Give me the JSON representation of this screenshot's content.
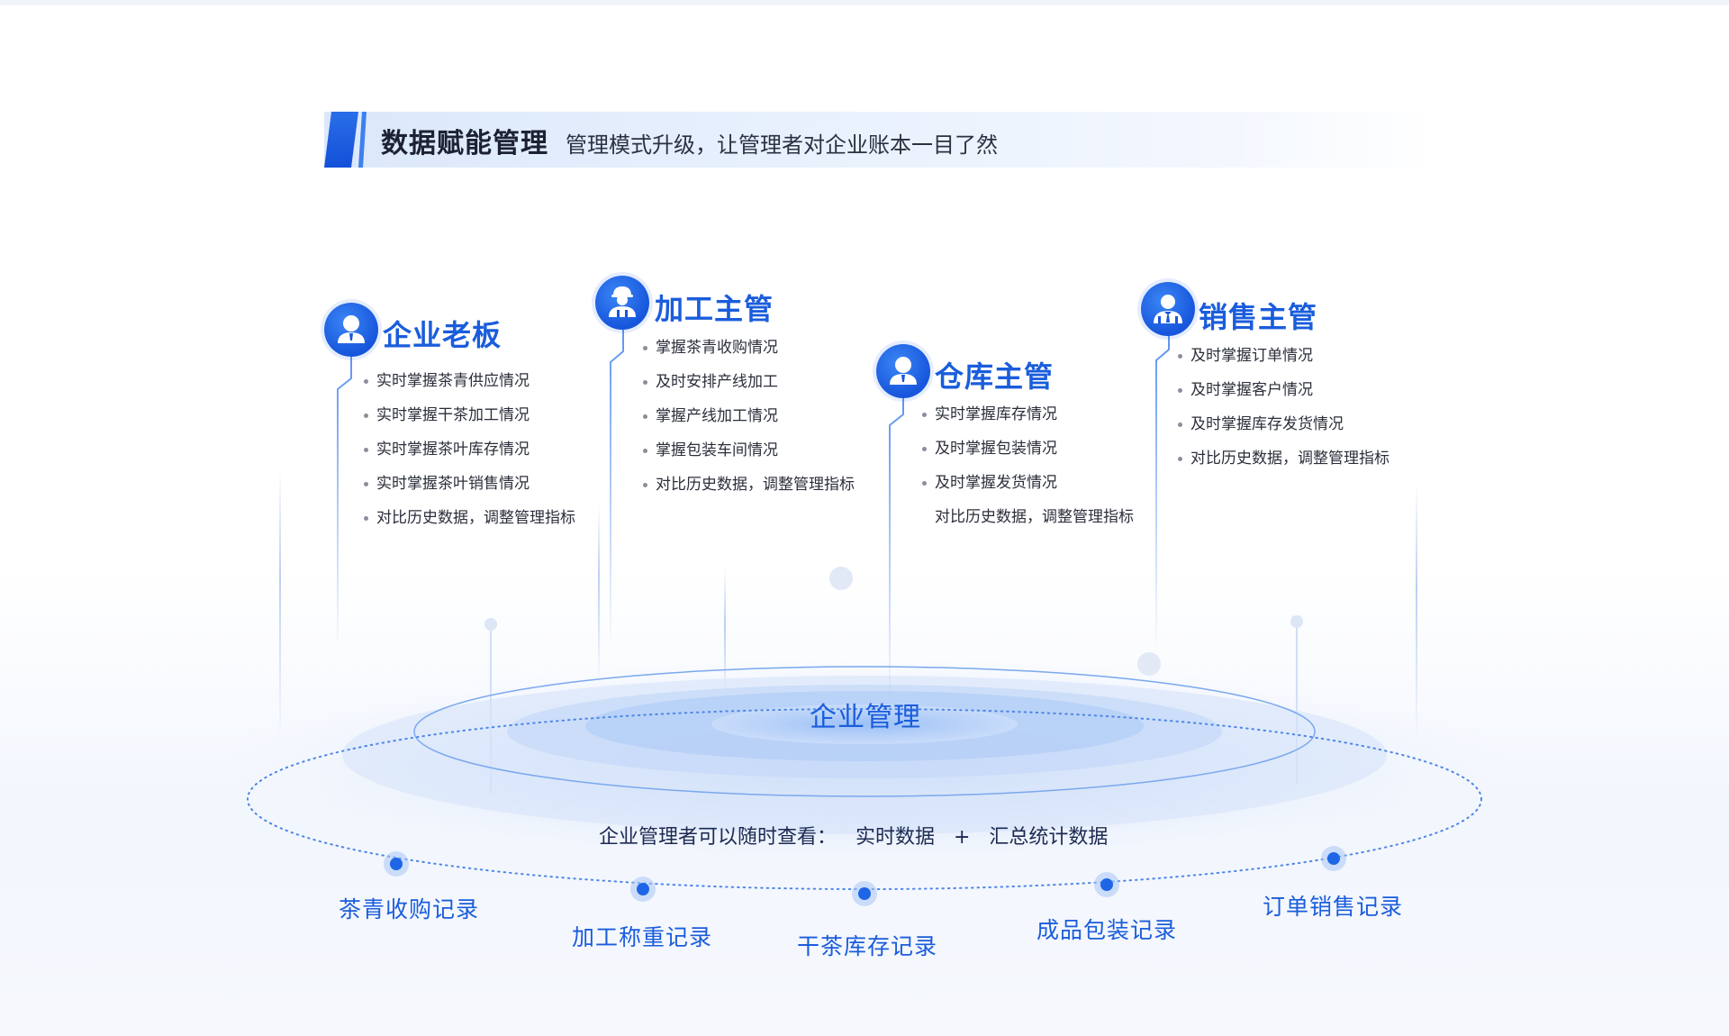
{
  "header": {
    "title": "数据赋能管理",
    "subtitle": "管理模式升级，让管理者对企业账本一目了然"
  },
  "roles": [
    {
      "title": "企业老板",
      "icon": "user-icon",
      "items": [
        "实时掌握茶青供应情况",
        "实时掌握干茶加工情况",
        "实时掌握茶叶库存情况",
        "实时掌握茶叶销售情况",
        "对比历史数据，调整管理指标"
      ]
    },
    {
      "title": "加工主管",
      "icon": "worker-icon",
      "items": [
        "掌握茶青收购情况",
        "及时安排产线加工",
        "掌握产线加工情况",
        "掌握包装车间情况",
        "对比历史数据，调整管理指标"
      ]
    },
    {
      "title": "仓库主管",
      "icon": "user-icon",
      "items": [
        "实时掌握库存情况",
        "及时掌握包装情况",
        "及时掌握发货情况",
        "对比历史数据，调整管理指标"
      ]
    },
    {
      "title": "销售主管",
      "icon": "manager-icon",
      "items": [
        "及时掌握订单情况",
        "及时掌握客户情况",
        "及时掌握库存发货情况",
        "对比历史数据，调整管理指标"
      ]
    }
  ],
  "center": {
    "label": "企业管理",
    "summary_prefix": "企业管理者可以随时查看：",
    "summary_a": "实时数据",
    "summary_plus": "+",
    "summary_b": "汇总统计数据"
  },
  "records": [
    "茶青收购记录",
    "加工称重记录",
    "干茶库存记录",
    "成品包装记录",
    "订单销售记录"
  ],
  "colors": {
    "accent": "#1a5ddc",
    "icon_blue": "#1756dc",
    "text_dark": "#2b2f3a",
    "ring_blue": "#7aa8ee"
  }
}
